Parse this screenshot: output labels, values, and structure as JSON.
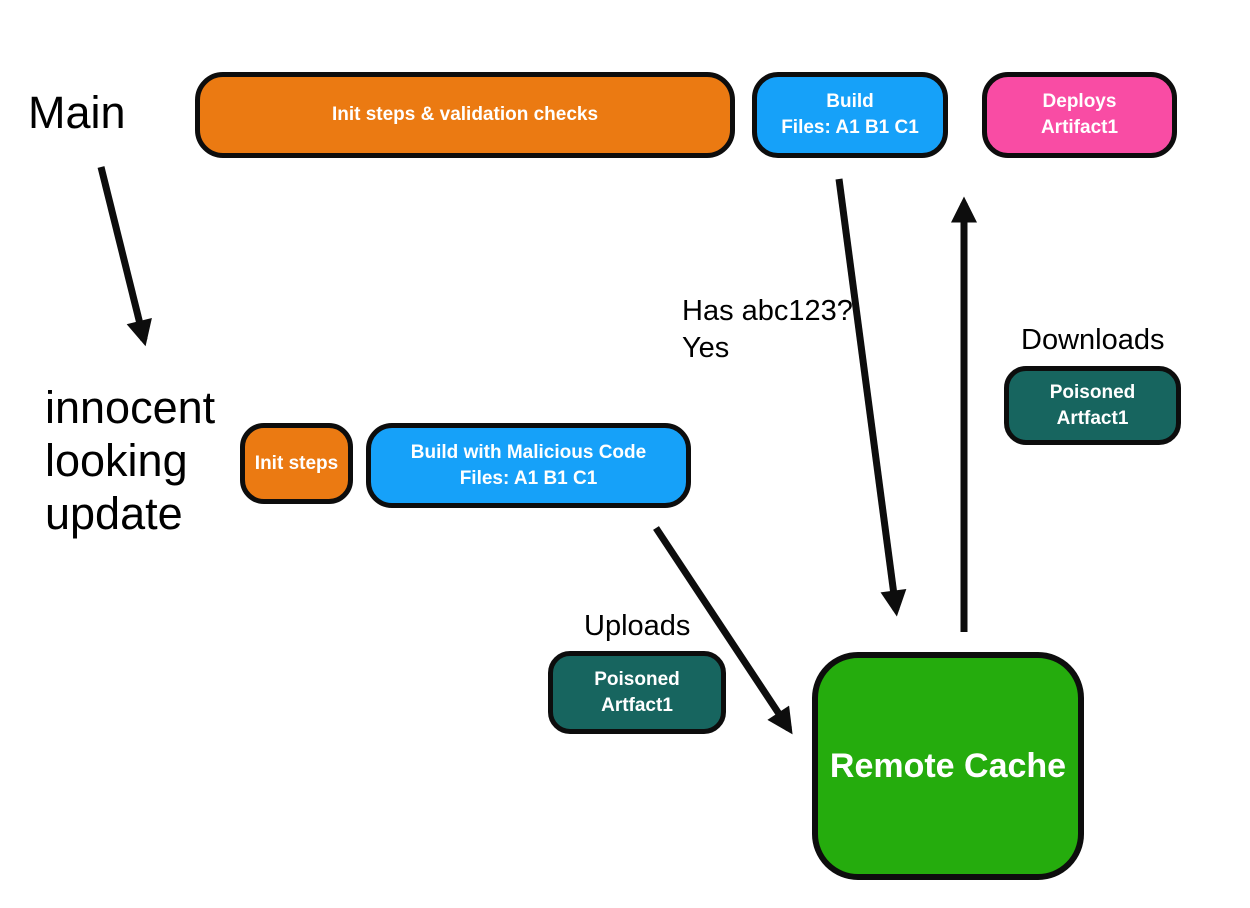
{
  "colors": {
    "orange": "#EB7A12",
    "blue": "#16A1F9",
    "pink": "#F94CA4",
    "teal": "#17655F",
    "green": "#25AC0D",
    "outline": "#0D0D0D",
    "node_text": "#FFFFFF",
    "annotation_text": "#000000"
  },
  "labels": {
    "main": "Main",
    "innocent": {
      "line1": "innocent",
      "line2": "looking",
      "line3": "update"
    },
    "has_abc123": {
      "line1": "Has abc123?",
      "line2": "Yes"
    },
    "downloads": "Downloads",
    "uploads": "Uploads"
  },
  "nodes": {
    "init_validation": {
      "label": "Init steps & validation checks"
    },
    "build": {
      "line1": "Build",
      "line2": "Files: A1 B1 C1"
    },
    "deploys": {
      "line1": "Deploys",
      "line2": "Artifact1"
    },
    "init_steps": {
      "label": "Init steps"
    },
    "build_malicious": {
      "line1": "Build with Malicious Code",
      "line2": "Files: A1 B1 C1"
    },
    "poisoned_download": {
      "line1": "Poisoned",
      "line2": "Artfact1"
    },
    "poisoned_upload": {
      "line1": "Poisoned",
      "line2": "Artfact1"
    },
    "remote_cache": {
      "label": "Remote Cache"
    }
  }
}
